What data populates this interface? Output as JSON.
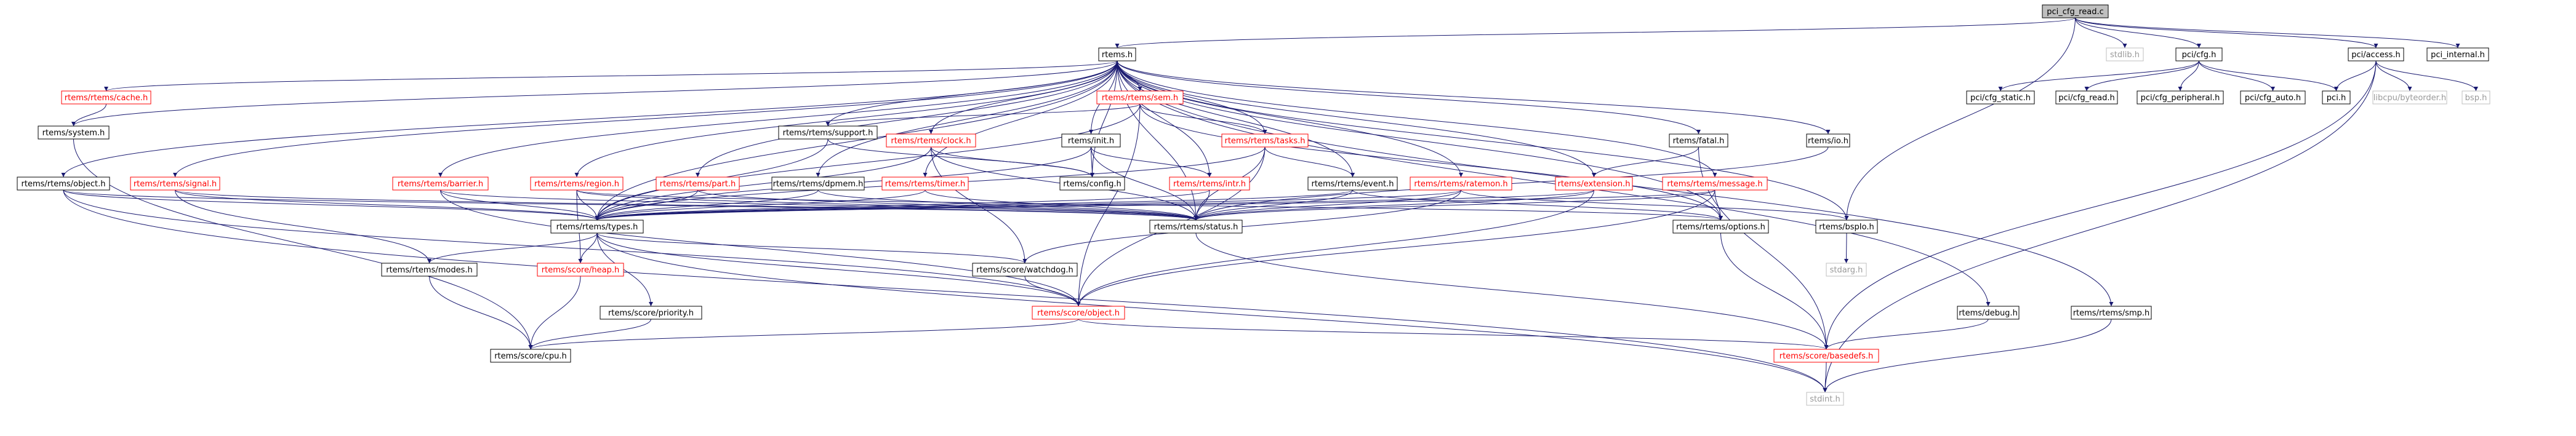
{
  "diagram": {
    "nodes": [
      {
        "id": "root",
        "label": "pci_cfg_read.c",
        "type": "root"
      },
      {
        "id": "rtems_h",
        "label": "rtems.h",
        "type": "black"
      },
      {
        "id": "stdlib_h",
        "label": "stdlib.h",
        "type": "gray"
      },
      {
        "id": "pci_cfg_h",
        "label": "pci/cfg.h",
        "type": "black"
      },
      {
        "id": "pci_access_h",
        "label": "pci/access.h",
        "type": "black"
      },
      {
        "id": "pci_internal_h",
        "label": "pci_internal.h",
        "type": "black"
      },
      {
        "id": "cache_h",
        "label": "rtems/rtems/cache.h",
        "type": "red"
      },
      {
        "id": "system_h",
        "label": "rtems/system.h",
        "type": "black"
      },
      {
        "id": "sem_h",
        "label": "rtems/rtems/sem.h",
        "type": "red"
      },
      {
        "id": "support_h",
        "label": "rtems/rtems/support.h",
        "type": "black"
      },
      {
        "id": "clock_h",
        "label": "rtems/rtems/clock.h",
        "type": "red"
      },
      {
        "id": "init_h",
        "label": "rtems/init.h",
        "type": "black"
      },
      {
        "id": "tasks_h",
        "label": "rtems/rtems/tasks.h",
        "type": "red"
      },
      {
        "id": "fatal_h",
        "label": "rtems/fatal.h",
        "type": "black"
      },
      {
        "id": "io_h",
        "label": "rtems/io.h",
        "type": "black"
      },
      {
        "id": "config_h",
        "label": "rtems/config.h",
        "type": "black"
      },
      {
        "id": "intr_h",
        "label": "rtems/rtems/intr.h",
        "type": "red"
      },
      {
        "id": "event_h",
        "label": "rtems/rtems/event.h",
        "type": "black"
      },
      {
        "id": "object_h",
        "label": "rtems/rtems/object.h",
        "type": "black"
      },
      {
        "id": "signal_h",
        "label": "rtems/rtems/signal.h",
        "type": "red"
      },
      {
        "id": "barrier_h",
        "label": "rtems/rtems/barrier.h",
        "type": "red"
      },
      {
        "id": "region_h",
        "label": "rtems/rtems/region.h",
        "type": "red"
      },
      {
        "id": "part_h",
        "label": "rtems/rtems/part.h",
        "type": "red"
      },
      {
        "id": "dpmem_h",
        "label": "rtems/rtems/dpmem.h",
        "type": "black"
      },
      {
        "id": "timer_h",
        "label": "rtems/rtems/timer.h",
        "type": "red"
      },
      {
        "id": "ratemon_h",
        "label": "rtems/rtems/ratemon.h",
        "type": "red"
      },
      {
        "id": "extension_h",
        "label": "rtems/extension.h",
        "type": "red"
      },
      {
        "id": "message_h",
        "label": "rtems/rtems/message.h",
        "type": "red"
      },
      {
        "id": "types_h",
        "label": "rtems/rtems/types.h",
        "type": "black"
      },
      {
        "id": "status_h",
        "label": "rtems/rtems/status.h",
        "type": "black"
      },
      {
        "id": "options_h",
        "label": "rtems/rtems/options.h",
        "type": "black"
      },
      {
        "id": "bspIo_h",
        "label": "rtems/bspIo.h",
        "type": "black"
      },
      {
        "id": "stdarg_h",
        "label": "stdarg.h",
        "type": "gray"
      },
      {
        "id": "modes_h",
        "label": "rtems/rtems/modes.h",
        "type": "black"
      },
      {
        "id": "heap_h",
        "label": "rtems/score/heap.h",
        "type": "red"
      },
      {
        "id": "priority_h",
        "label": "rtems/score/priority.h",
        "type": "black"
      },
      {
        "id": "watchdog_h",
        "label": "rtems/score/watchdog.h",
        "type": "black"
      },
      {
        "id": "score_object_h",
        "label": "rtems/score/object.h",
        "type": "red"
      },
      {
        "id": "cpu_h",
        "label": "rtems/score/cpu.h",
        "type": "black"
      },
      {
        "id": "basedefs_h",
        "label": "rtems/score/basedefs.h",
        "type": "red"
      },
      {
        "id": "stdint_h",
        "label": "stdint.h",
        "type": "gray"
      },
      {
        "id": "debug_h",
        "label": "rtems/debug.h",
        "type": "black"
      },
      {
        "id": "smp_h",
        "label": "rtems/rtems/smp.h",
        "type": "black"
      },
      {
        "id": "cfg_static_h",
        "label": "pci/cfg_static.h",
        "type": "black"
      },
      {
        "id": "cfg_read_h",
        "label": "pci/cfg_read.h",
        "type": "black"
      },
      {
        "id": "cfg_peripheral_h",
        "label": "pci/cfg_peripheral.h",
        "type": "black"
      },
      {
        "id": "cfg_auto_h",
        "label": "pci/cfg_auto.h",
        "type": "black"
      },
      {
        "id": "pci_h",
        "label": "pci.h",
        "type": "black"
      },
      {
        "id": "byteorder_h",
        "label": "libcpu/byteorder.h",
        "type": "gray"
      },
      {
        "id": "bsp_h",
        "label": "bsp.h",
        "type": "gray"
      }
    ],
    "edges": [
      [
        "root",
        "rtems_h"
      ],
      [
        "root",
        "stdlib_h"
      ],
      [
        "root",
        "pci_cfg_h"
      ],
      [
        "root",
        "pci_access_h"
      ],
      [
        "root",
        "pci_internal_h"
      ],
      [
        "root",
        "bspIo_h"
      ],
      [
        "pci_cfg_h",
        "pci_h"
      ],
      [
        "pci_cfg_h",
        "cfg_static_h"
      ],
      [
        "pci_cfg_h",
        "cfg_read_h"
      ],
      [
        "pci_cfg_h",
        "cfg_peripheral_h"
      ],
      [
        "pci_cfg_h",
        "cfg_auto_h"
      ],
      [
        "pci_access_h",
        "pci_h"
      ],
      [
        "pci_access_h",
        "byteorder_h"
      ],
      [
        "pci_access_h",
        "bsp_h"
      ],
      [
        "pci_access_h",
        "basedefs_h"
      ],
      [
        "pci_access_h",
        "stdint_h"
      ],
      [
        "rtems_h",
        "cache_h"
      ],
      [
        "rtems_h",
        "system_h"
      ],
      [
        "rtems_h",
        "object_h"
      ],
      [
        "rtems_h",
        "signal_h"
      ],
      [
        "rtems_h",
        "types_h"
      ],
      [
        "rtems_h",
        "barrier_h"
      ],
      [
        "rtems_h",
        "region_h"
      ],
      [
        "rtems_h",
        "part_h"
      ],
      [
        "rtems_h",
        "dpmem_h"
      ],
      [
        "rtems_h",
        "timer_h"
      ],
      [
        "rtems_h",
        "support_h"
      ],
      [
        "rtems_h",
        "sem_h"
      ],
      [
        "rtems_h",
        "clock_h"
      ],
      [
        "rtems_h",
        "init_h"
      ],
      [
        "rtems_h",
        "config_h"
      ],
      [
        "rtems_h",
        "intr_h"
      ],
      [
        "rtems_h",
        "tasks_h"
      ],
      [
        "rtems_h",
        "event_h"
      ],
      [
        "rtems_h",
        "ratemon_h"
      ],
      [
        "rtems_h",
        "fatal_h"
      ],
      [
        "rtems_h",
        "extension_h"
      ],
      [
        "rtems_h",
        "message_h"
      ],
      [
        "rtems_h",
        "io_h"
      ],
      [
        "rtems_h",
        "status_h"
      ],
      [
        "rtems_h",
        "options_h"
      ],
      [
        "rtems_h",
        "bspIo_h"
      ],
      [
        "rtems_h",
        "debug_h"
      ],
      [
        "rtems_h",
        "smp_h"
      ],
      [
        "cache_h",
        "system_h"
      ],
      [
        "system_h",
        "cpu_h"
      ],
      [
        "sem_h",
        "support_h"
      ],
      [
        "sem_h",
        "tasks_h"
      ],
      [
        "sem_h",
        "options_h"
      ],
      [
        "sem_h",
        "score_object_h"
      ],
      [
        "sem_h",
        "types_h"
      ],
      [
        "support_h",
        "types_h"
      ],
      [
        "support_h",
        "config_h"
      ],
      [
        "clock_h",
        "config_h"
      ],
      [
        "clock_h",
        "types_h"
      ],
      [
        "clock_h",
        "status_h"
      ],
      [
        "clock_h",
        "watchdog_h"
      ],
      [
        "init_h",
        "config_h"
      ],
      [
        "init_h",
        "intr_h"
      ],
      [
        "init_h",
        "types_h"
      ],
      [
        "init_h",
        "status_h"
      ],
      [
        "tasks_h",
        "event_h"
      ],
      [
        "tasks_h",
        "types_h"
      ],
      [
        "tasks_h",
        "status_h"
      ],
      [
        "tasks_h",
        "score_object_h"
      ],
      [
        "fatal_h",
        "extension_h"
      ],
      [
        "fatal_h",
        "basedefs_h"
      ],
      [
        "io_h",
        "status_h"
      ],
      [
        "intr_h",
        "status_h"
      ],
      [
        "intr_h",
        "types_h"
      ],
      [
        "event_h",
        "types_h"
      ],
      [
        "event_h",
        "status_h"
      ],
      [
        "event_h",
        "options_h"
      ],
      [
        "object_h",
        "types_h"
      ],
      [
        "object_h",
        "status_h"
      ],
      [
        "object_h",
        "score_object_h"
      ],
      [
        "object_h",
        "stdint_h"
      ],
      [
        "signal_h",
        "types_h"
      ],
      [
        "signal_h",
        "modes_h"
      ],
      [
        "signal_h",
        "status_h"
      ],
      [
        "barrier_h",
        "types_h"
      ],
      [
        "barrier_h",
        "status_h"
      ],
      [
        "barrier_h",
        "score_object_h"
      ],
      [
        "region_h",
        "types_h"
      ],
      [
        "region_h",
        "heap_h"
      ],
      [
        "region_h",
        "status_h"
      ],
      [
        "region_h",
        "options_h"
      ],
      [
        "part_h",
        "types_h"
      ],
      [
        "part_h",
        "status_h"
      ],
      [
        "dpmem_h",
        "types_h"
      ],
      [
        "dpmem_h",
        "status_h"
      ],
      [
        "timer_h",
        "types_h"
      ],
      [
        "timer_h",
        "status_h"
      ],
      [
        "ratemon_h",
        "types_h"
      ],
      [
        "ratemon_h",
        "status_h"
      ],
      [
        "ratemon_h",
        "watchdog_h"
      ],
      [
        "ratemon_h",
        "bspIo_h"
      ],
      [
        "extension_h",
        "types_h"
      ],
      [
        "extension_h",
        "status_h"
      ],
      [
        "extension_h",
        "score_object_h"
      ],
      [
        "message_h",
        "types_h"
      ],
      [
        "message_h",
        "status_h"
      ],
      [
        "message_h",
        "options_h"
      ],
      [
        "message_h",
        "score_object_h"
      ],
      [
        "types_h",
        "modes_h"
      ],
      [
        "types_h",
        "heap_h"
      ],
      [
        "types_h",
        "priority_h"
      ],
      [
        "types_h",
        "watchdog_h"
      ],
      [
        "types_h",
        "score_object_h"
      ],
      [
        "types_h",
        "stdint_h"
      ],
      [
        "status_h",
        "basedefs_h"
      ],
      [
        "options_h",
        "basedefs_h"
      ],
      [
        "bspIo_h",
        "stdarg_h"
      ],
      [
        "modes_h",
        "cpu_h"
      ],
      [
        "heap_h",
        "cpu_h"
      ],
      [
        "priority_h",
        "cpu_h"
      ],
      [
        "watchdog_h",
        "score_object_h"
      ],
      [
        "score_object_h",
        "cpu_h"
      ],
      [
        "score_object_h",
        "basedefs_h"
      ],
      [
        "basedefs_h",
        "stdint_h"
      ],
      [
        "debug_h",
        "basedefs_h"
      ],
      [
        "smp_h",
        "stdint_h"
      ]
    ]
  }
}
